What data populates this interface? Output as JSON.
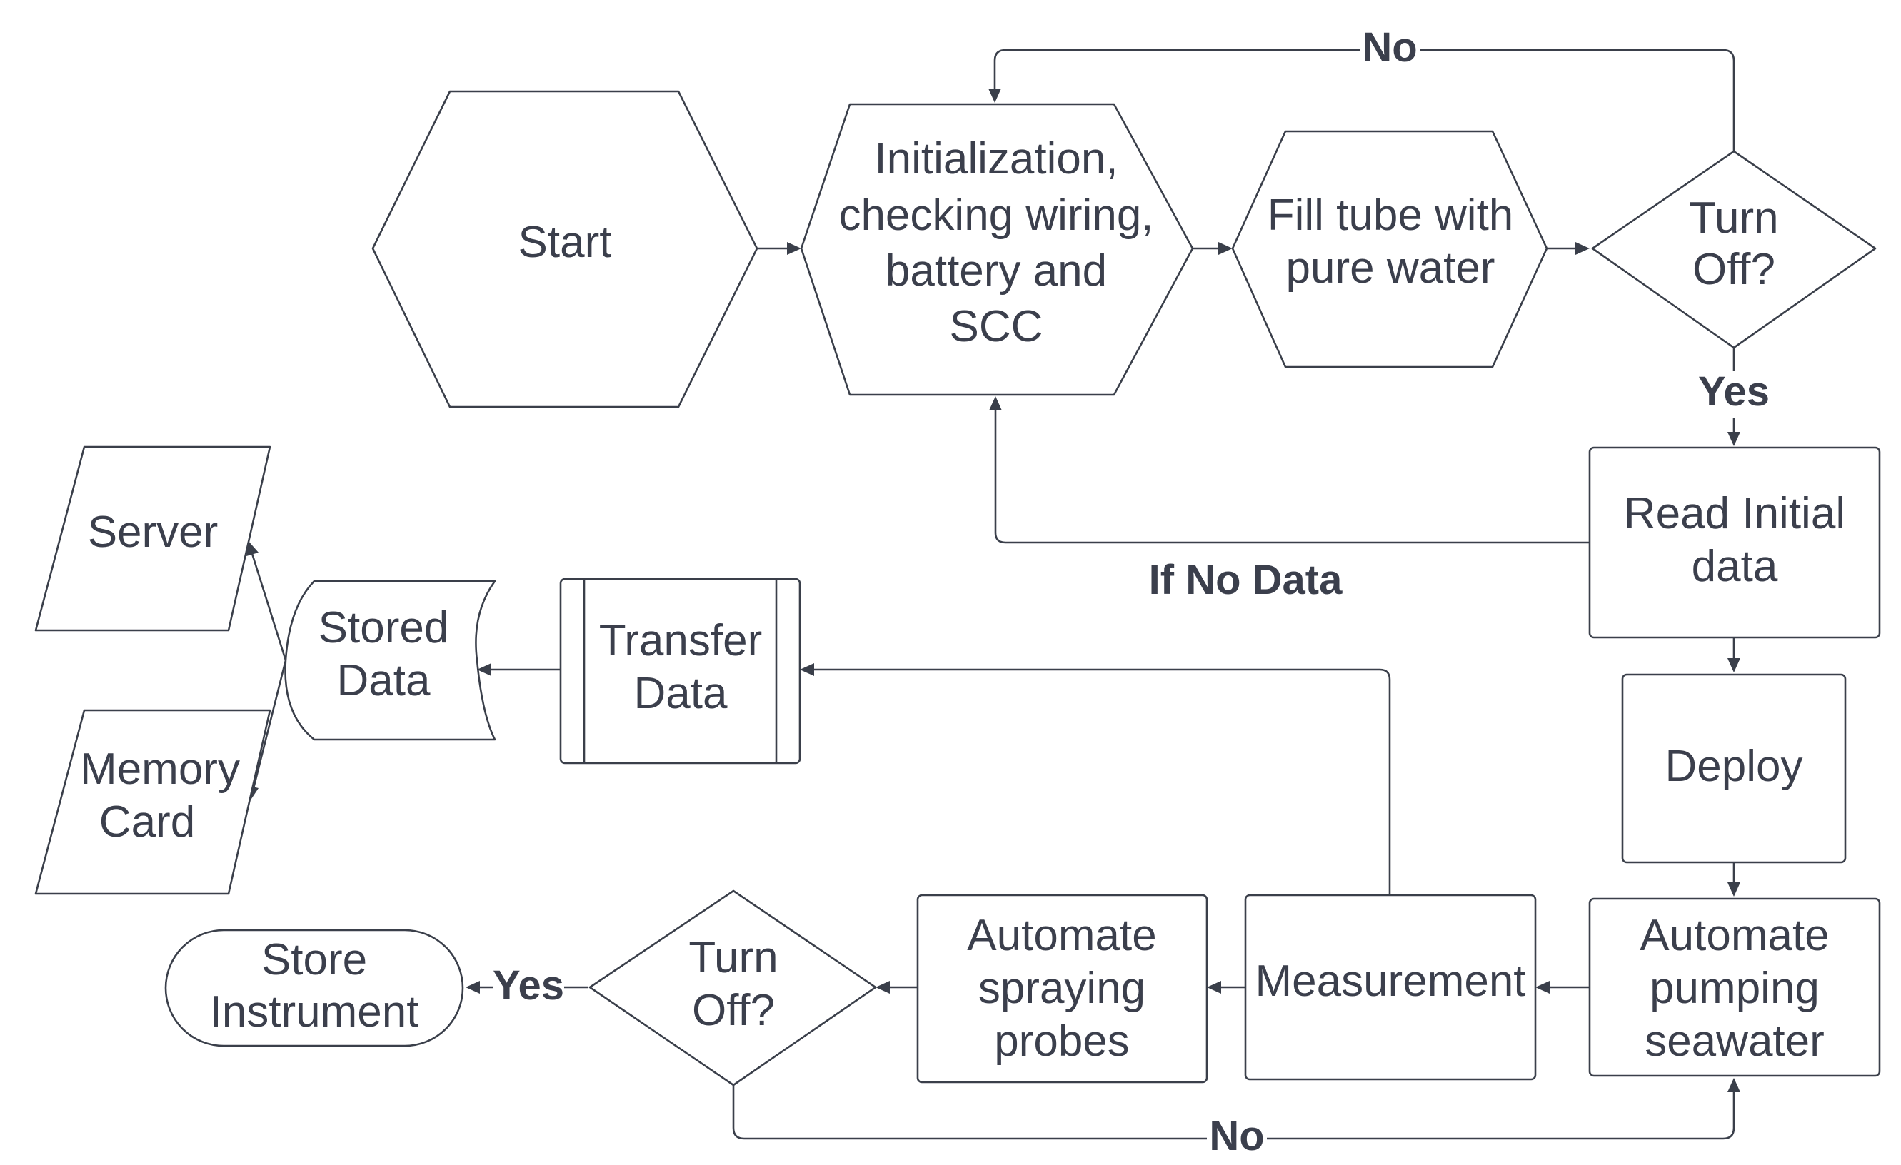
{
  "nodes": {
    "start": "Start",
    "init": [
      "Initialization,",
      "checking wiring,",
      "battery and",
      "SCC"
    ],
    "fill_tube": [
      "Fill tube with",
      "pure water"
    ],
    "turn_off_1": [
      "Turn",
      "Off?"
    ],
    "read_initial": [
      "Read Initial",
      "data"
    ],
    "deploy": "Deploy",
    "pumping": [
      "Automate",
      "pumping",
      "seawater"
    ],
    "measurement": "Measurement",
    "spraying": [
      "Automate",
      "spraying",
      "probes"
    ],
    "turn_off_2": [
      "Turn",
      "Off?"
    ],
    "store_instrument": [
      "Store",
      "Instrument"
    ],
    "transfer_data": [
      "Transfer",
      "Data"
    ],
    "stored_data": [
      "Stored",
      "Data"
    ],
    "server": "Server",
    "memory_card": [
      "Memory",
      "Card"
    ]
  },
  "edge_labels": {
    "top_no": "No",
    "yes_down": "Yes",
    "if_no_data": "If No Data",
    "bottom_no": "No",
    "yes_left": "Yes"
  },
  "colors": {
    "stroke": "#3a3f4a",
    "text": "#3b3f4c",
    "background": "#ffffff"
  }
}
